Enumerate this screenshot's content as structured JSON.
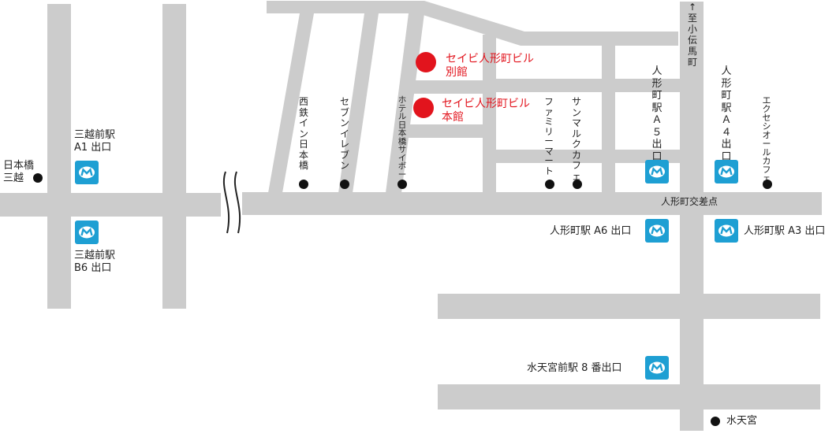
{
  "colors": {
    "road": "#cccccc",
    "metro": "#1e9fd3",
    "highlight": "#e2141d",
    "poi_dot": "#111111"
  },
  "buildings": {
    "annex": "セイビ人形町ビル\n別館",
    "main": "セイビ人形町ビル\n本館"
  },
  "exits": {
    "mitsukoshi_a1": "三越前駅\nA1 出口",
    "mitsukoshi_b6": "三越前駅\nB6 出口",
    "ningyocho_a5": "人形町駅Ａ５出口",
    "ningyocho_a4": "人形町駅Ａ４出口",
    "ningyocho_a6": "人形町駅 A6 出口",
    "ningyocho_a3": "人形町駅 A3 出口",
    "suitengumae_8": "水天宮前駅 8 番出口"
  },
  "pois": {
    "mitsukoshi": "日本橋\n三越",
    "nishitetsu": "西鉄イン日本橋",
    "seven": "セブンイレブン",
    "hotel": "ホテル日本橋サイボー",
    "familymart": "ファミリーマート",
    "sanmaru": "サンマルクカフェ",
    "excelsior": "エクセシオールカフェ",
    "suitengu": "水天宮"
  },
  "labels": {
    "kodenma": "↑至小伝馬町",
    "intersection": "人形町交差点"
  },
  "icon": "tokyo-metro-icon"
}
